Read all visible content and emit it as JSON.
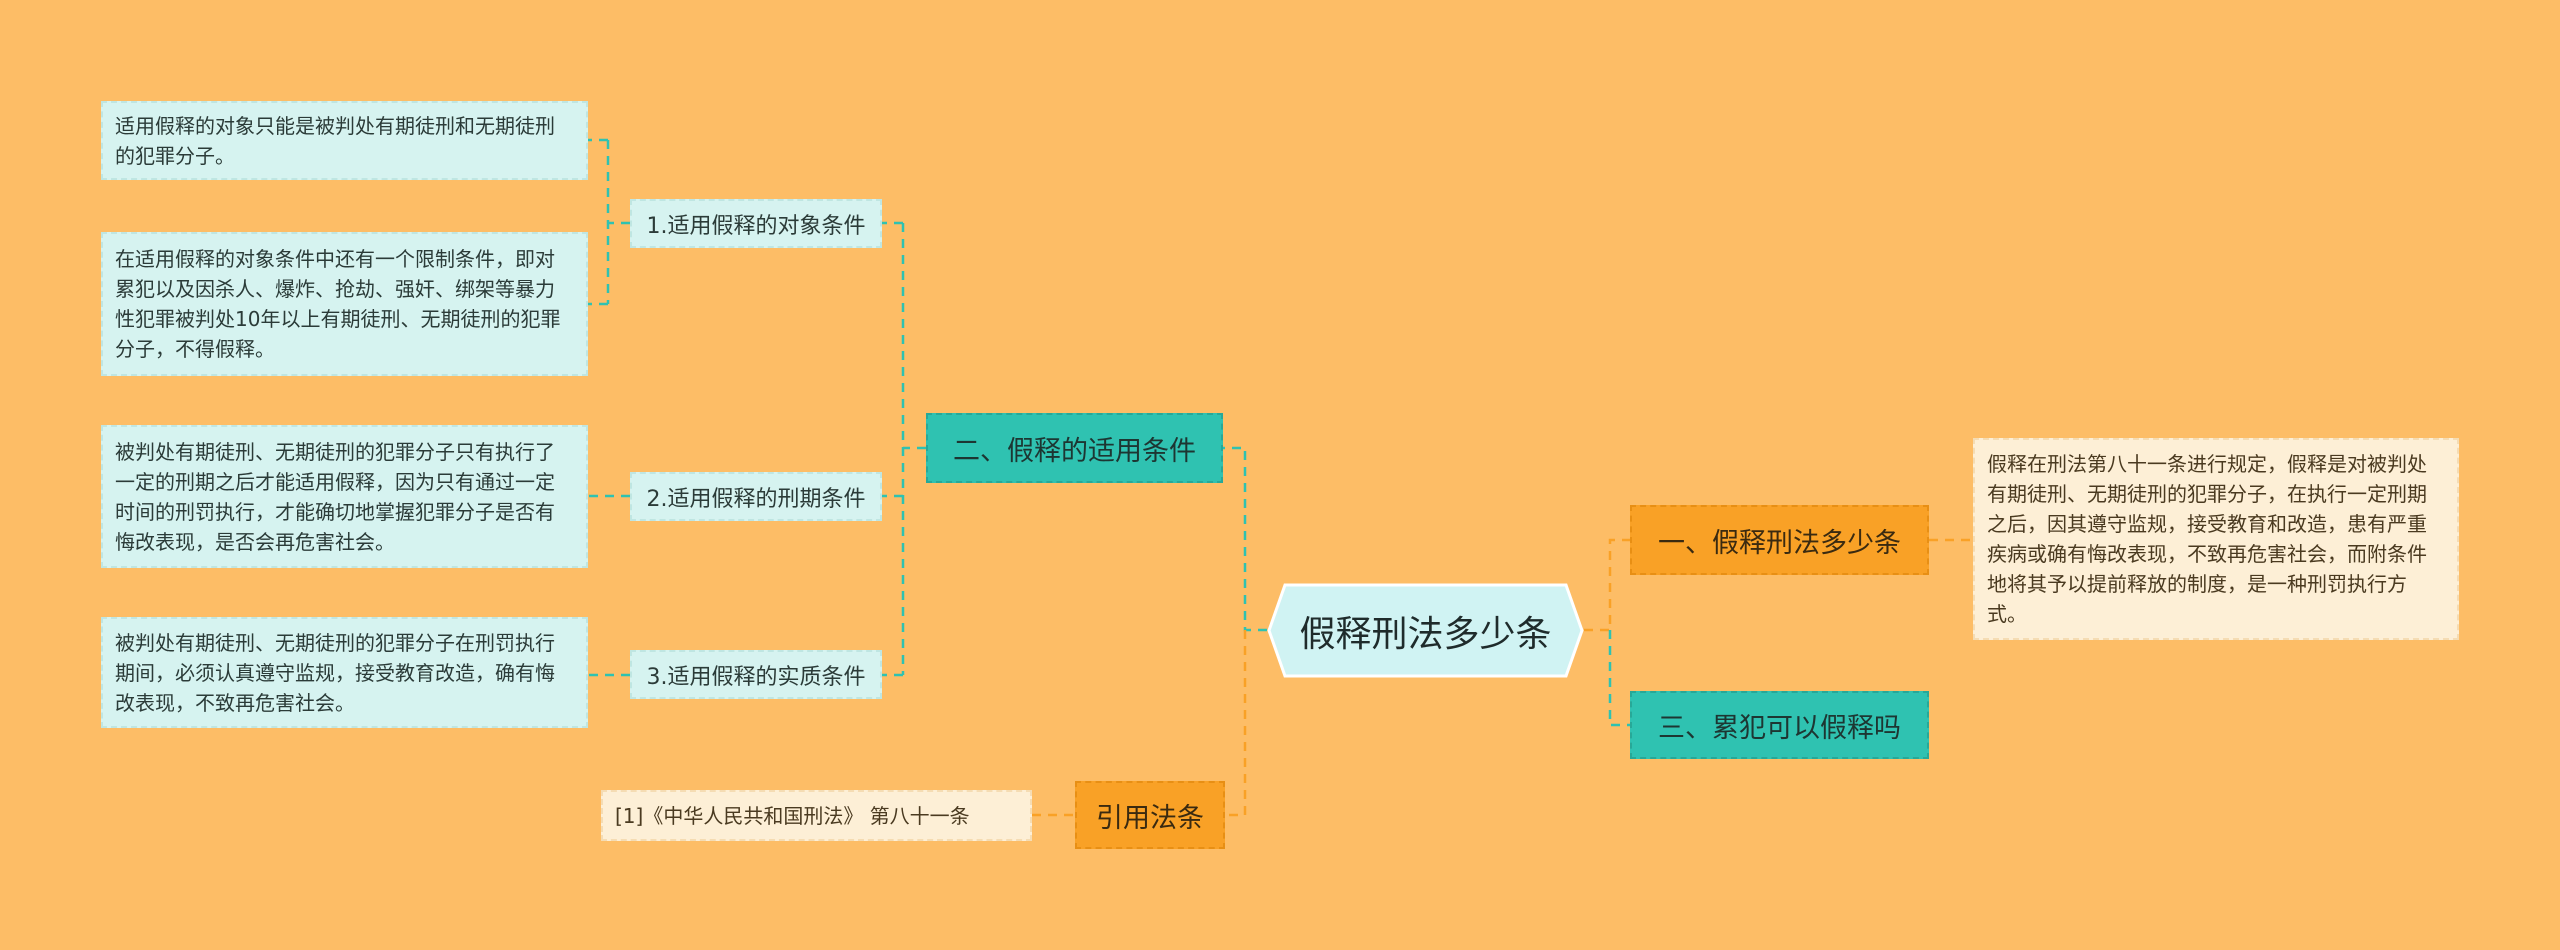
{
  "root": {
    "label": "假释刑法多少条"
  },
  "branches": {
    "b1": {
      "label": "一、假释刑法多少条",
      "detail": "假释在刑法第八十一条进行规定，假释是对被判处有期徒刑、无期徒刑的犯罪分子，在执行一定刑期之后，因其遵守监规，接受教育和改造，患有严重疾病或确有悔改表现，不致再危害社会，而附条件地将其予以提前释放的制度，是一种刑罚执行方式。"
    },
    "b2": {
      "label": "二、假释的适用条件",
      "subs": [
        {
          "label": "1.适用假释的对象条件",
          "leaves": [
            "适用假释的对象只能是被判处有期徒刑和无期徒刑的犯罪分子。",
            "在适用假释的对象条件中还有一个限制条件，即对累犯以及因杀人、爆炸、抢劫、强奸、绑架等暴力性犯罪被判处10年以上有期徒刑、无期徒刑的犯罪分子，不得假释。"
          ]
        },
        {
          "label": "2.适用假释的刑期条件",
          "leaves": [
            "被判处有期徒刑、无期徒刑的犯罪分子只有执行了一定的刑期之后才能适用假释，因为只有通过一定时间的刑罚执行，才能确切地掌握犯罪分子是否有悔改表现，是否会再危害社会。"
          ]
        },
        {
          "label": "3.适用假释的实质条件",
          "leaves": [
            "被判处有期徒刑、无期徒刑的犯罪分子在刑罚执行期间，必须认真遵守监规，接受教育改造，确有悔改表现，不致再危害社会。"
          ]
        }
      ]
    },
    "b3": {
      "label": "三、累犯可以假释吗"
    },
    "cite": {
      "label": "引用法条",
      "detail": "[1]《中华人民共和国刑法》 第八十一条"
    }
  },
  "colors": {
    "background": "#FDBD66",
    "teal": "#2FC2B1",
    "orange": "#F9A126",
    "leaf": "#D6F3F0",
    "cream": "#FDEFD6"
  }
}
